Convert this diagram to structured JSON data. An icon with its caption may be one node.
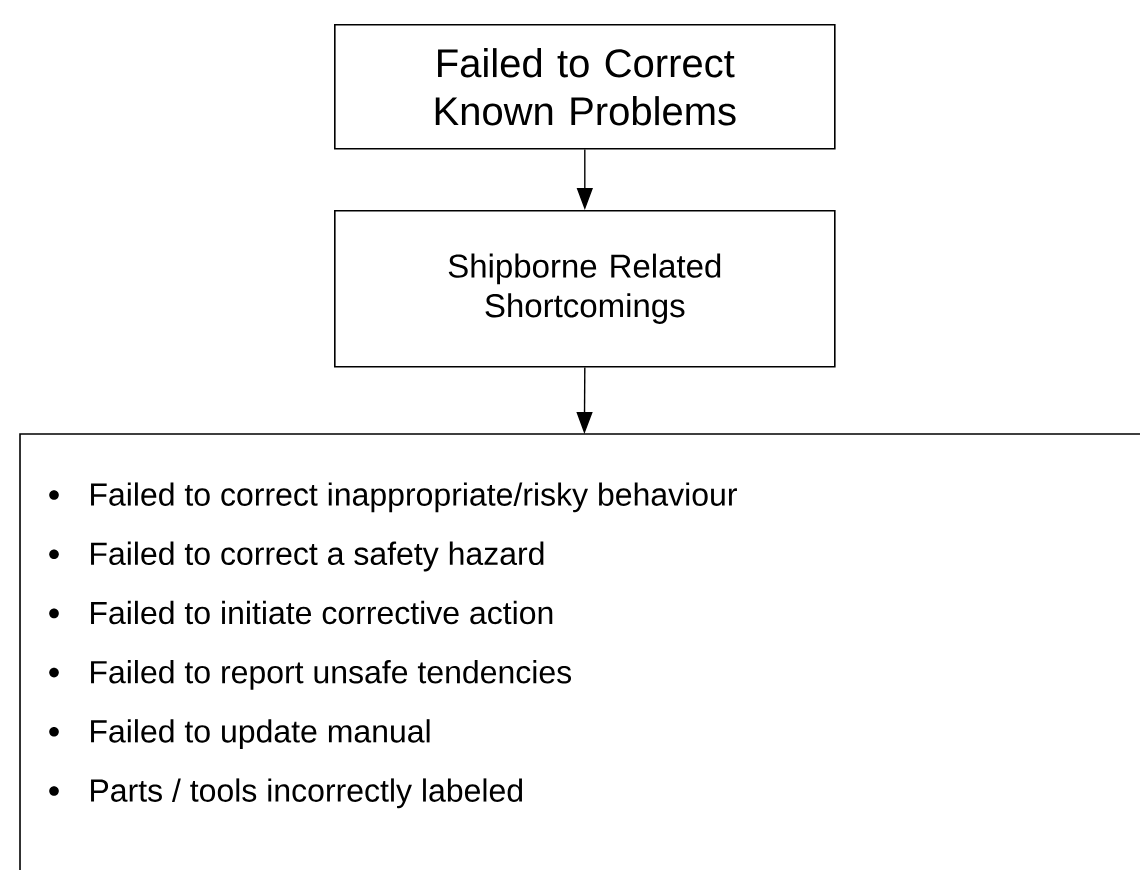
{
  "diagram": {
    "nodes": [
      {
        "text": [
          "Failed to Correct Known Problems"
        ]
      },
      {
        "text": [
          "Shipborne Related Shortcomings"
        ]
      },
      {
        "text": [
          "Failed to correct inappropriate/risky behaviour",
          "Failed to correct a safety hazard",
          "Failed to initiate corrective action",
          "Failed to report unsafe tendencies",
          "Failed to update manual",
          "Parts / tools incorrectly labeled"
        ]
      }
    ],
    "edges": [
      {
        "from": 0,
        "to": 1,
        "arrow": "to"
      },
      {
        "from": 1,
        "to": 2,
        "arrow": "to"
      }
    ]
  }
}
